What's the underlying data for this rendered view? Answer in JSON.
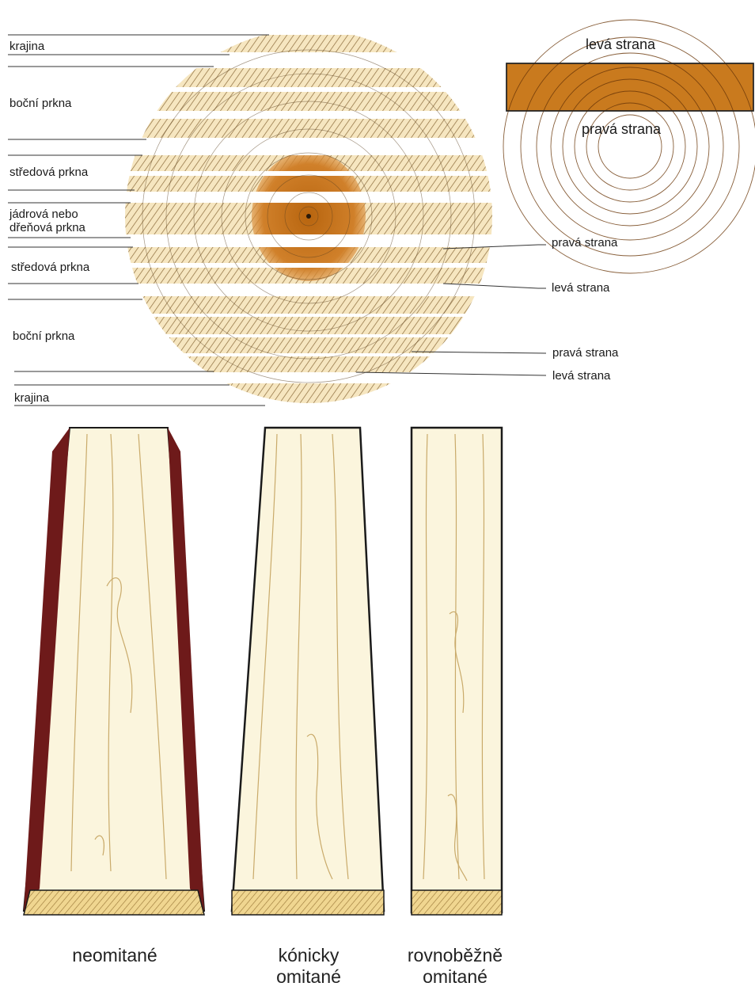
{
  "log_cross_section": {
    "left_labels": {
      "krajina_top": "krajina",
      "bocni_top": "boční prkna",
      "stredova_top": "středová prkna",
      "jadrova": "jádrová nebo\ndřeňová prkna",
      "stredova_bottom": "středová prkna",
      "bocni_bottom": "boční prkna",
      "krajina_bottom": "krajina"
    },
    "right_labels": {
      "prava_1": "pravá strana",
      "leva_1": "levá strana",
      "prava_2": "pravá strana",
      "leva_2": "levá strana"
    }
  },
  "board_end_view": {
    "top_label": "levá strana",
    "bottom_label": "pravá strana"
  },
  "board_types": {
    "neomitane": "neomitané",
    "konicky": "kónicky\nomitané",
    "rovnobezne": "rovnoběžně\nomitané"
  },
  "colors": {
    "sapwood": "#f6e6c0",
    "heartwood": "#c8741c",
    "bark": "#6e1a1a",
    "board_face": "#fbf5dd",
    "grain": "#c9aa6a"
  }
}
